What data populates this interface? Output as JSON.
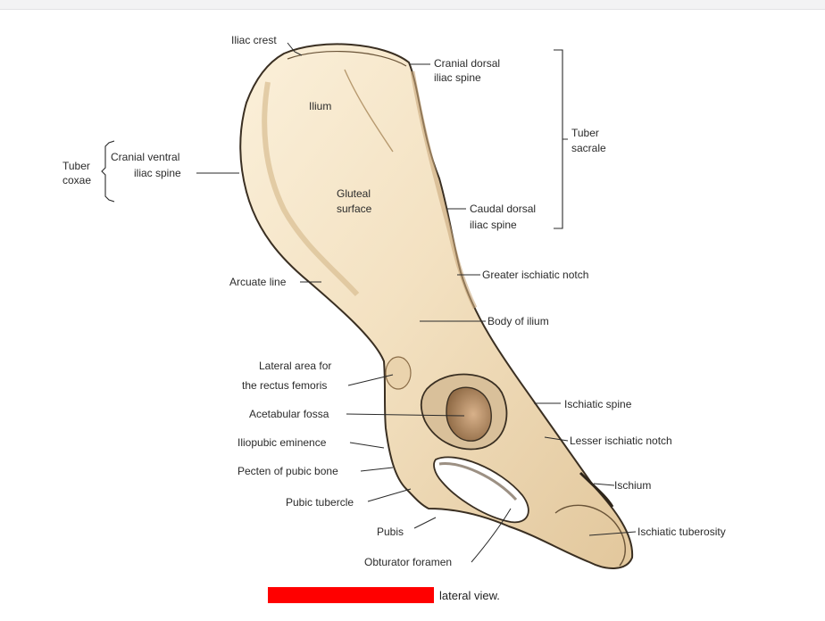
{
  "diagram": {
    "labels": {
      "iliac_crest": "Iliac crest",
      "ilium": "Ilium",
      "cranial_dorsal_1": "Cranial dorsal",
      "cranial_dorsal_2": "iliac spine",
      "tuber_sacrale_1": "Tuber",
      "tuber_sacrale_2": "sacrale",
      "tuber_coxae_1": "Tuber",
      "tuber_coxae_2": "coxae",
      "cranial_ventral_1": "Cranial ventral",
      "cranial_ventral_2": "iliac spine",
      "gluteal_1": "Gluteal",
      "gluteal_2": "surface",
      "caudal_dorsal_1": "Caudal dorsal",
      "caudal_dorsal_2": "iliac spine",
      "greater_ischiatic_notch": "Greater ischiatic notch",
      "arcuate_line": "Arcuate line",
      "body_of_ilium": "Body of ilium",
      "lateral_area_1": "Lateral area for",
      "lateral_area_2": "the rectus femoris",
      "ischiatic_spine": "Ischiatic spine",
      "acetabular_fossa": "Acetabular fossa",
      "lesser_ischiatic_notch": "Lesser ischiatic notch",
      "iliopubic_eminence": "Iliopubic eminence",
      "pecten": "Pecten of pubic bone",
      "ischium": "Ischium",
      "pubic_tubercle": "Pubic tubercle",
      "pubis": "Pubis",
      "ischiatic_tuberosity": "Ischiatic tuberosity",
      "obturator_foramen": "Obturator foramen"
    },
    "caption": "lateral view.",
    "colors": {
      "bone": "#f3e1c1",
      "bone_shadow": "#d9bf93",
      "outline": "#3a2f22",
      "fossa": "#caa075",
      "redaction": "#ff0000"
    }
  }
}
